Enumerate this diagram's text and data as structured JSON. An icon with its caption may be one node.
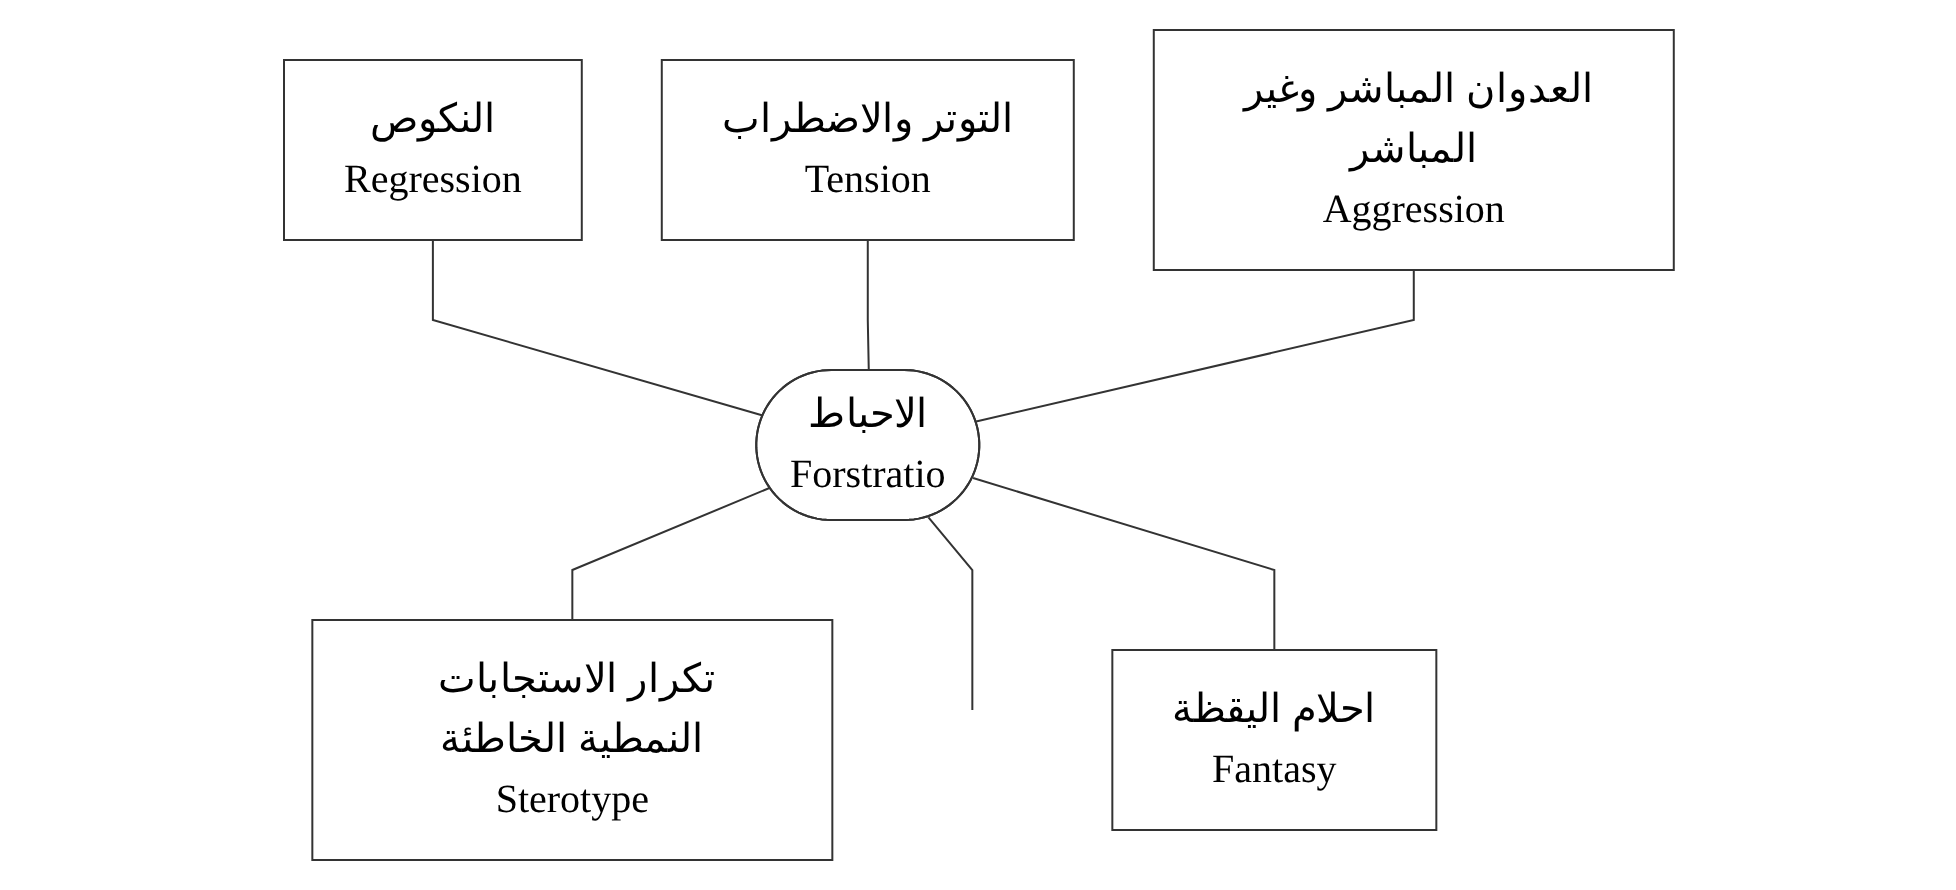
{
  "diagram": {
    "nodes": [
      {
        "text": [
          "التوتر والاضطراب",
          "Tension"
        ]
      },
      {
        "text": [
          "النكوص",
          "Regression"
        ]
      },
      {
        "text": [
          "العدوان المباشر وغير المباشر",
          "Aggression"
        ]
      },
      {
        "text": [
          "الاحباط",
          "Forstratio"
        ]
      },
      {
        "text": [
          "تكرار الاستجابات النمطية الخاطئة",
          "Sterotype"
        ]
      },
      {
        "text": [
          "احلام اليقظة",
          "Fantasy"
        ]
      }
    ],
    "edges": [
      {
        "from": 1,
        "to": 3,
        "arrow": "none"
      },
      {
        "from": 0,
        "to": 3,
        "arrow": "none"
      },
      {
        "from": 2,
        "to": 3,
        "arrow": "none"
      },
      {
        "from": 3,
        "to": 4,
        "arrow": "none"
      },
      {
        "from": 3,
        "to": null,
        "arrow": "none"
      },
      {
        "from": 3,
        "to": 5,
        "arrow": "none"
      }
    ]
  }
}
